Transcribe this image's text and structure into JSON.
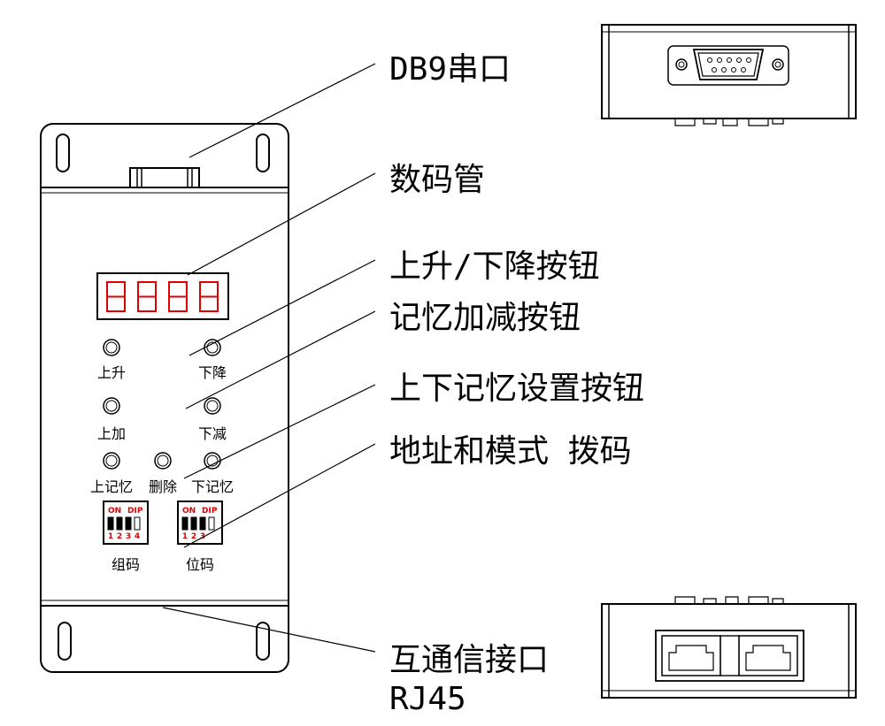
{
  "callouts": {
    "db9": "DB9串口",
    "display": "数码管",
    "updown": "上升/下降按钮",
    "memory_adjust": "记忆加减按钮",
    "memory_set": "上下记忆设置按钮",
    "dip": "地址和模式 拨码",
    "rj45_line1": "互通信接口",
    "rj45_line2": "RJ45"
  },
  "panel": {
    "btn_up": "上升",
    "btn_down": "下降",
    "btn_add": "上加",
    "btn_sub": "下减",
    "btn_upper_mem": "上记忆",
    "btn_delete": "删除",
    "btn_lower_mem": "下记忆",
    "dip_group": "组码",
    "dip_position": "位码",
    "dip_on": "ON",
    "dip_dip": "DIP",
    "dip_nums": [
      "1",
      "2",
      "3",
      "4"
    ]
  },
  "colors": {
    "display_segments": "#e00000",
    "dip_markings": "#e00000",
    "line": "#000000"
  }
}
